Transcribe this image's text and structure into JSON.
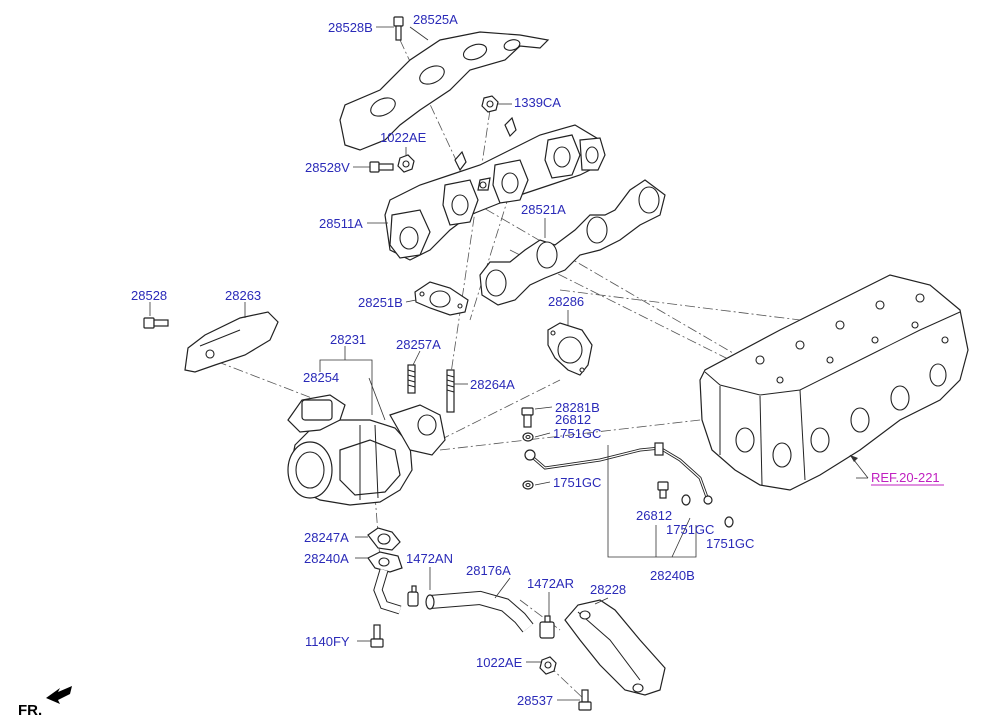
{
  "diagram": {
    "labels": {
      "l28528B": "28528B",
      "l28525A": "28525A",
      "l1339CA": "1339CA",
      "l1022AE_top": "1022AE",
      "l28528V": "28528V",
      "l28511A": "28511A",
      "l28521A": "28521A",
      "l28528": "28528",
      "l28263": "28263",
      "l28251B": "28251B",
      "l28286": "28286",
      "l28231": "28231",
      "l28257A": "28257A",
      "l28254": "28254",
      "l28264A": "28264A",
      "l28281B": "28281B",
      "l26812_top": "26812",
      "l1751GC_a": "1751GC",
      "l1751GC_b": "1751GC",
      "l26812_bot": "26812",
      "l1751GC_c": "1751GC",
      "l1751GC_d": "1751GC",
      "l28240B": "28240B",
      "l28247A": "28247A",
      "l28240A": "28240A",
      "l1472AN": "1472AN",
      "l28176A": "28176A",
      "l1472AR": "1472AR",
      "l28228": "28228",
      "l1140FY": "1140FY",
      "l1022AE_bot": "1022AE",
      "l28537": "28537"
    },
    "reference": "REF.20-221",
    "direction_label": "FR."
  }
}
